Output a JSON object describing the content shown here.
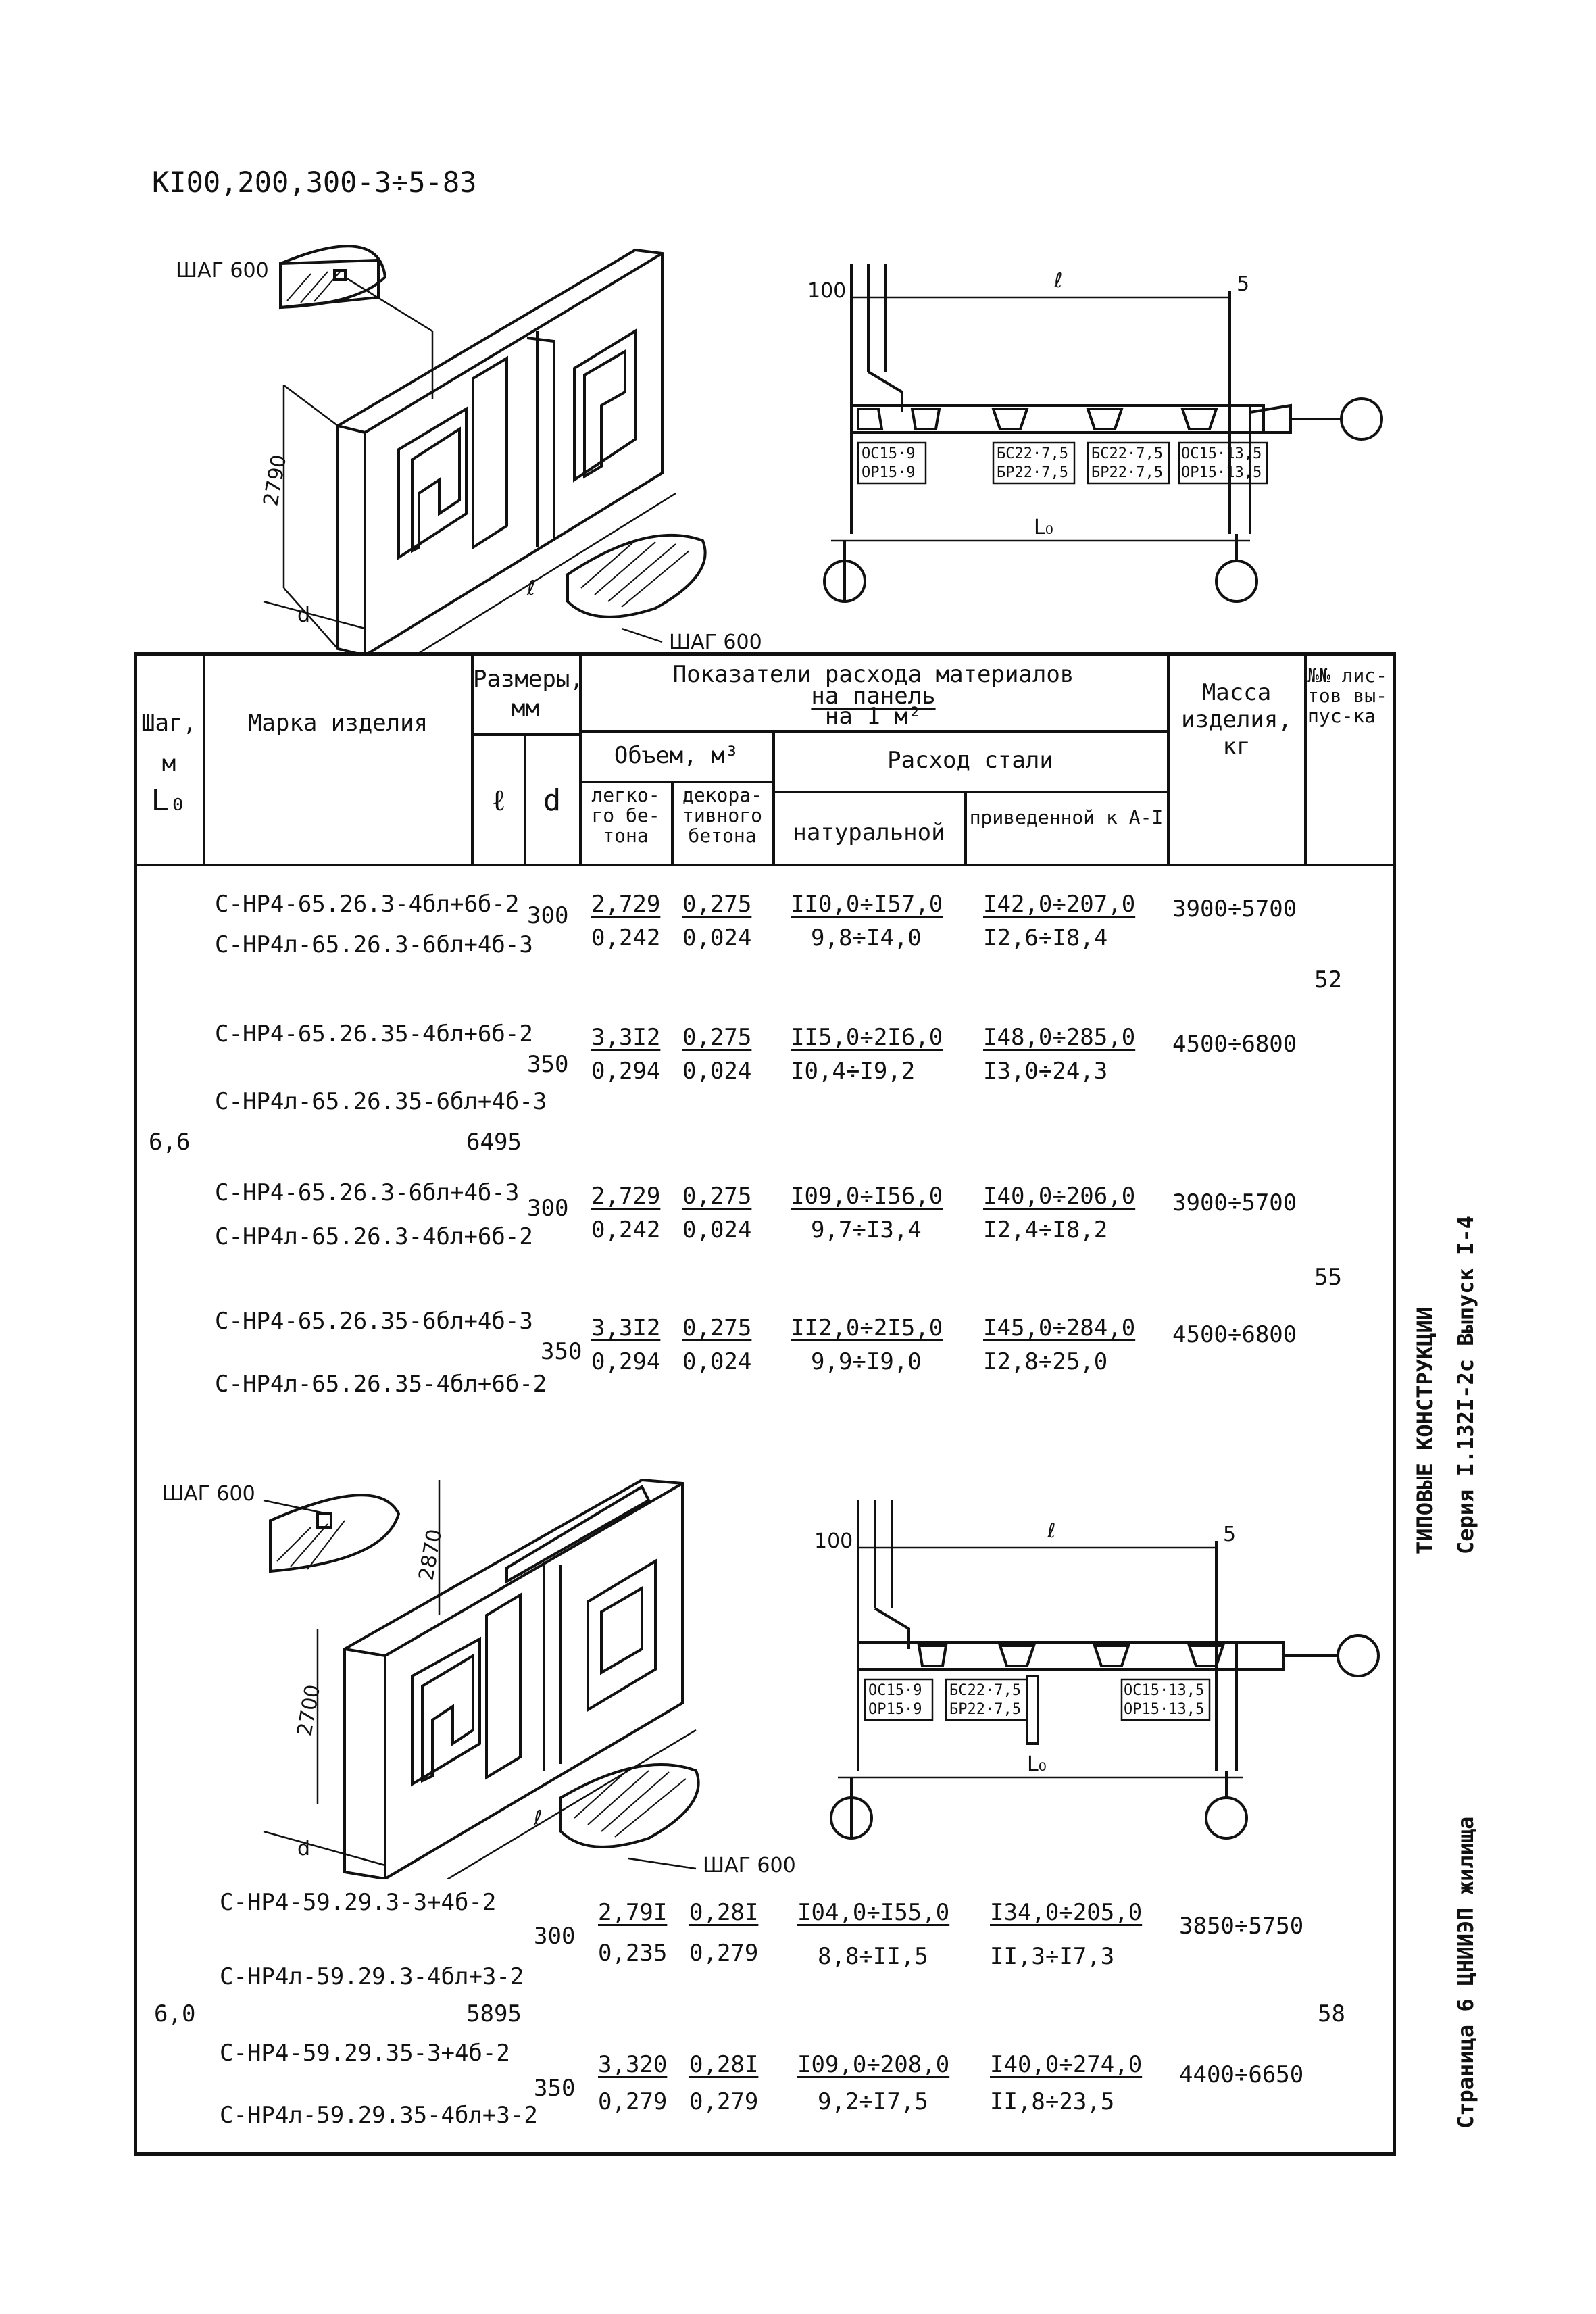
{
  "doc_code": "КI00,200,300-3÷5-83",
  "drawing_top": {
    "step_label_1": "ШАГ 600",
    "step_label_2": "ШАГ 600",
    "height_dim": "2790",
    "dim_l": "ℓ",
    "dim_d": "d",
    "section_100": "100",
    "section_l": "ℓ",
    "section_5": "5",
    "section_L0": "L₀",
    "tags": [
      [
        "ОС15·9",
        "ОР15·9"
      ],
      [
        "БС22·7,5",
        "БР22·7,5"
      ],
      [
        "БС22·7,5",
        "БР22·7,5"
      ],
      [
        "ОС15·13,5",
        "ОР15·13,5"
      ]
    ]
  },
  "drawing_bottom": {
    "step_label_1": "ШАГ 600",
    "step_label_2": "ШАГ 600",
    "height_dim_1": "2870",
    "height_dim_2": "2700",
    "dim_l": "ℓ",
    "dim_d": "d",
    "section_100": "100",
    "section_l": "ℓ",
    "section_5": "5",
    "section_L0": "L₀",
    "tags": [
      [
        "ОС15·9",
        "ОР15·9"
      ],
      [
        "БС22·7,5",
        "БР22·7,5"
      ],
      [
        "ОС15·13,5",
        "ОР15·13,5"
      ]
    ]
  },
  "table": {
    "headers": {
      "step": "Шаг,",
      "step_unit": "м",
      "step_L0": "L₀",
      "mark": "Марка изделия",
      "sizes": "Размеры,",
      "sizes_unit": "мм",
      "l": "ℓ",
      "d": "d",
      "indicators_1": "Показатели расхода материалов",
      "indicators_2": "на панель",
      "indicators_3": "на 1 м²",
      "volume": "Объем, м³",
      "light": "легко-го бе-тона",
      "decor": "декора-тивного бетона",
      "steel": "Расход стали",
      "natural": "натуральной",
      "reduced": "приведенной к А-I",
      "mass": "Масса изделия, кг",
      "sheets": "№№ лис-тов вы-пус-ка"
    },
    "rows": [
      {
        "m1": "С-НР4-65.26.3-4бл+6б-2",
        "m2": "С-НР4л-65.26.3-6бл+4б-3",
        "l": "300",
        "v1": "2,729",
        "v1b": "0,242",
        "v2": "0,275",
        "v2b": "0,024",
        "n": "II0,0÷I57,0",
        "nb": "9,8÷I4,0",
        "r": "I42,0÷207,0",
        "rb": "I2,6÷I8,4",
        "mass": "3900÷5700"
      },
      {
        "m1": "С-НР4-65.26.35-4бл+6б-2",
        "m2": "С-НР4л-65.26.35-6бл+4б-3",
        "l": "350",
        "v1": "3,3I2",
        "v1b": "0,294",
        "v2": "0,275",
        "v2b": "0,024",
        "n": "II5,0÷2I6,0",
        "nb": "I0,4÷I9,2",
        "r": "I48,0÷285,0",
        "rb": "I3,0÷24,3",
        "mass": "4500÷6800"
      },
      {
        "m1": "С-НР4-65.26.3-6бл+4б-3",
        "m2": "С-НР4л-65.26.3-4бл+6б-2",
        "l": "300",
        "v1": "2,729",
        "v1b": "0,242",
        "v2": "0,275",
        "v2b": "0,024",
        "n": "I09,0÷I56,0",
        "nb": "9,7÷I3,4",
        "r": "I40,0÷206,0",
        "rb": "I2,4÷I8,2",
        "mass": "3900÷5700"
      },
      {
        "m1": "С-НР4-65.26.35-6бл+4б-3",
        "m2": "С-НР4л-65.26.35-4бл+6б-2",
        "l": "350",
        "v1": "3,3I2",
        "v1b": "0,294",
        "v2": "0,275",
        "v2b": "0,024",
        "n": "II2,0÷2I5,0",
        "nb": "9,9÷I9,0",
        "r": "I45,0÷284,0",
        "rb": "I2,8÷25,0",
        "mass": "4500÷6800"
      },
      {
        "m1": "С-НР4-59.29.3-3+4б-2",
        "m2": "С-НР4л-59.29.3-4бл+3-2",
        "l": "300",
        "v1": "2,79I",
        "v1b": "0,235",
        "v2": "0,28I",
        "v2b": "0,279",
        "n": "I04,0÷I55,0",
        "nb": "8,8÷II,5",
        "r": "I34,0÷205,0",
        "rb": "II,3÷I7,3",
        "mass": "3850÷5750"
      },
      {
        "m1": "С-НР4-59.29.35-3+4б-2",
        "m2": "С-НР4л-59.29.35-4бл+3-2",
        "l": "350",
        "v1": "3,320",
        "v1b": "0,279",
        "v2": "0,28I",
        "v2b": "0,279",
        "n": "I09,0÷208,0",
        "nb": "9,2÷I7,5",
        "r": "I40,0÷274,0",
        "rb": "II,8÷23,5",
        "mass": "4400÷6650"
      }
    ],
    "group1_step": "6,6",
    "group1_L0": "6495",
    "group2_step": "6,0",
    "group2_L0": "5895",
    "sheet_52": "52",
    "sheet_55": "55",
    "sheet_58": "58"
  },
  "side_text": {
    "line1": "ТИПОВЫЕ КОНСТРУКЦИИ",
    "line2": "Серия I.132I-2с Выпуск I-4",
    "line3": "Страница 6   ЦНИИЭП жилища"
  }
}
